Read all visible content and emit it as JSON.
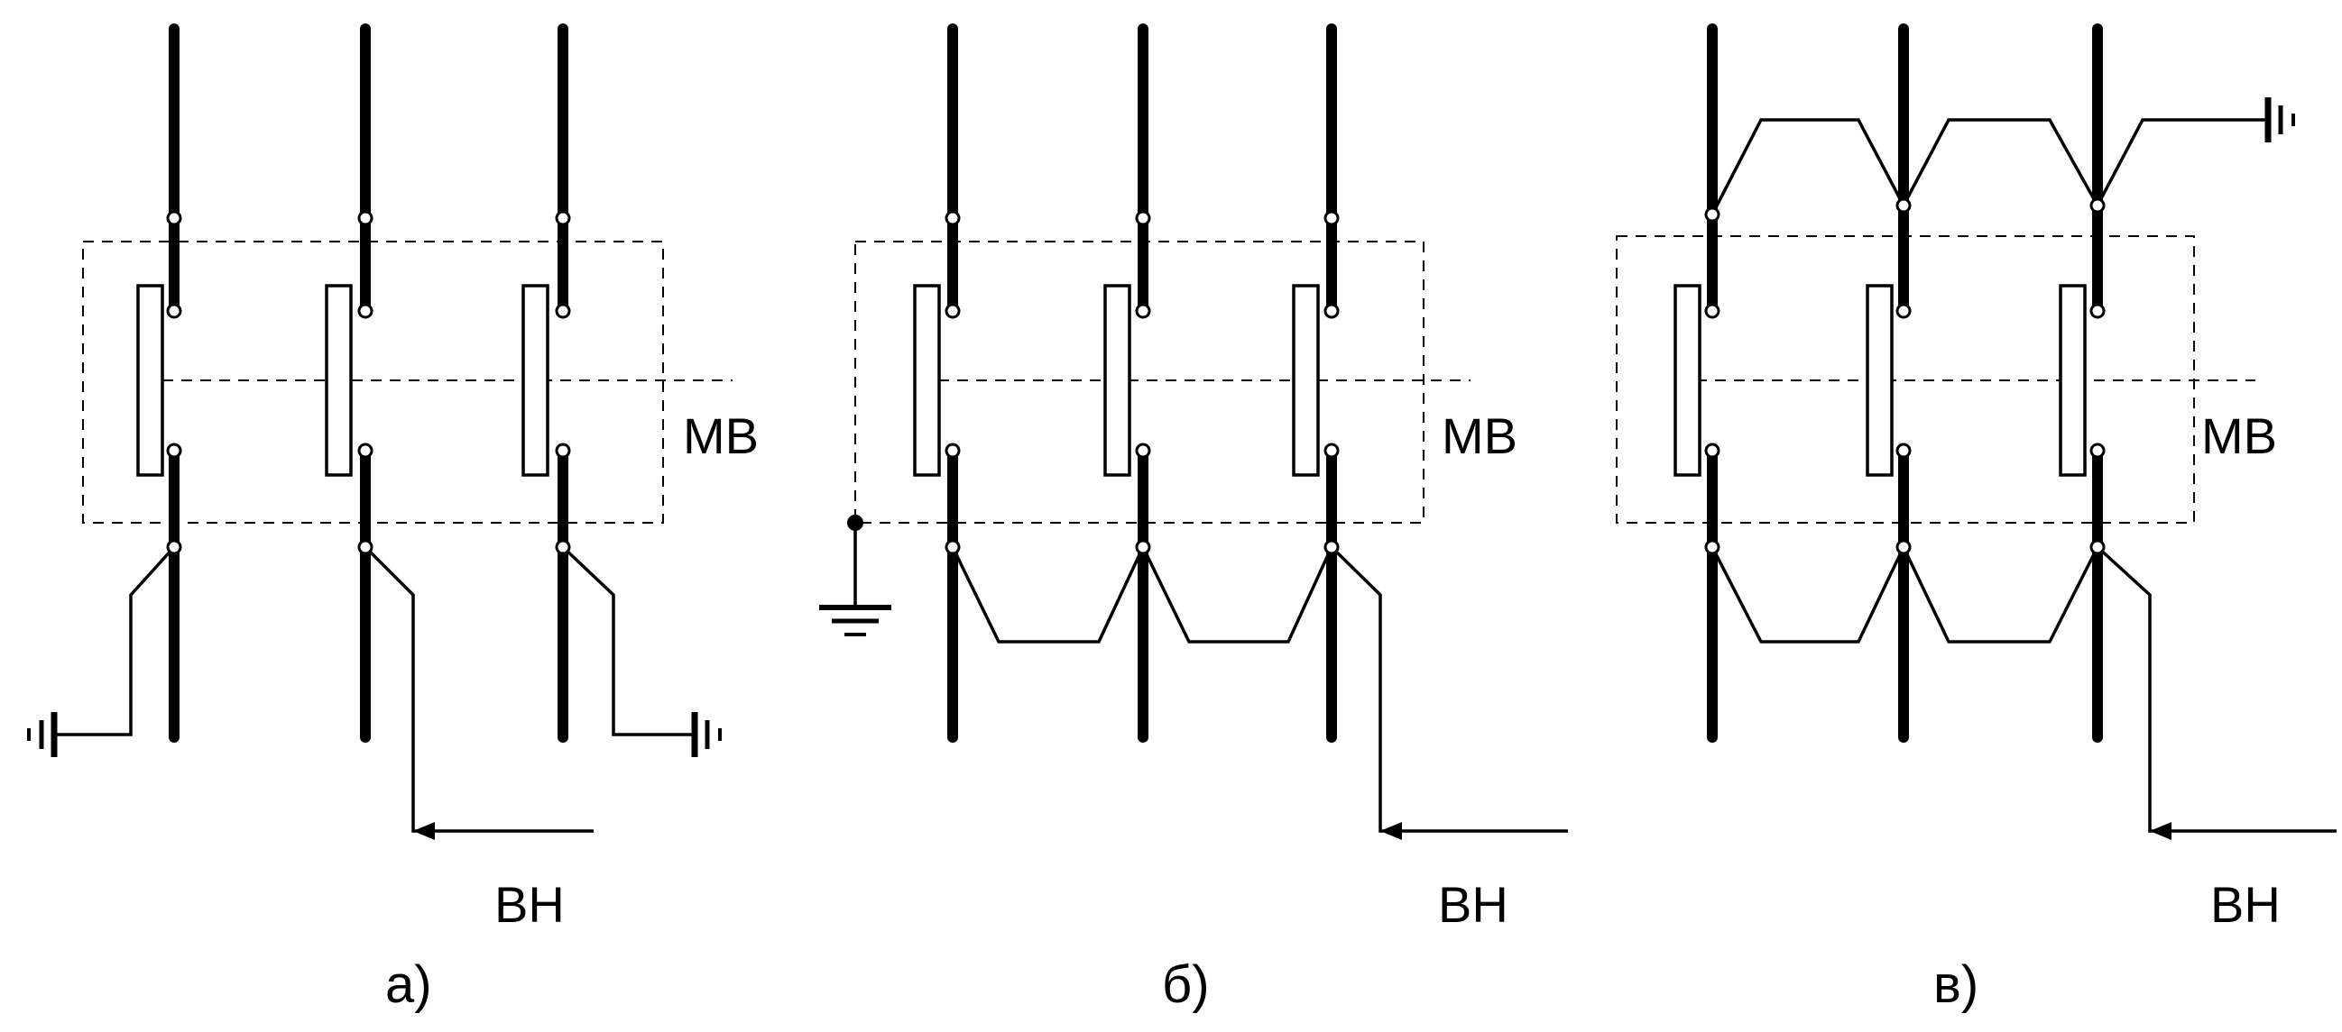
{
  "labels": {
    "breaker": "МВ",
    "hv": "ВН"
  },
  "panels": [
    {
      "caption": "а)",
      "breaker_label": "МВ",
      "hv_label": "ВН"
    },
    {
      "caption": "б)",
      "breaker_label": "МВ",
      "hv_label": "ВН"
    },
    {
      "caption": "в)",
      "breaker_label": "МВ",
      "hv_label": "ВН"
    }
  ]
}
